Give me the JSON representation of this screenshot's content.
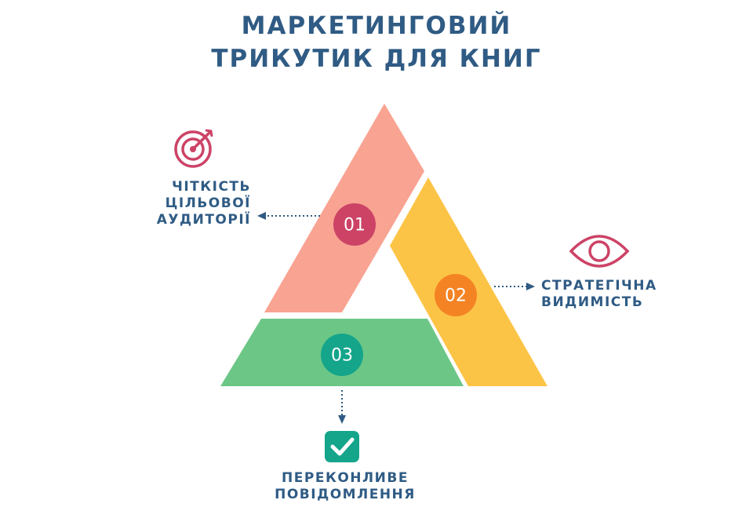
{
  "title": {
    "line1": "МАРКЕТИНГОВИЙ",
    "line2": "ТРИКУТИК ДЛЯ КНИГ"
  },
  "segments": [
    {
      "number": "01",
      "label_lines": [
        "ЧІТКІСТЬ",
        "ЦІЛЬОВОЇ",
        "АУДИТОРІЇ"
      ],
      "icon": "target-icon",
      "fill": "#f9a392",
      "badge": "#cc4366"
    },
    {
      "number": "02",
      "label_lines": [
        "СТРАТЕГІЧНА",
        "ВИДИМІСТЬ"
      ],
      "icon": "eye-icon",
      "fill": "#fcc446",
      "badge": "#f48324"
    },
    {
      "number": "03",
      "label_lines": [
        "ПЕРЕКОНЛИВЕ",
        "ПОВІДОМЛЕННЯ"
      ],
      "icon": "check-icon",
      "fill": "#6cc787",
      "badge": "#14a58b"
    }
  ],
  "colors": {
    "title": "#2f5b84",
    "icon_pink": "#cc4366",
    "icon_green": "#14a58b"
  }
}
